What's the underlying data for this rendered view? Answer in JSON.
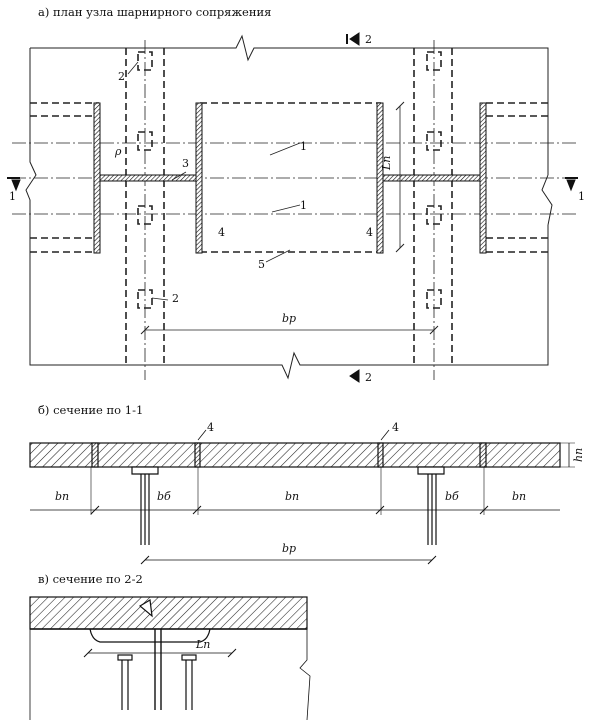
{
  "captions": {
    "a": "а) план узла шарнирного сопряжения",
    "b": "б) сечение по 1-1",
    "c": "в) сечение по 2-2"
  },
  "section_marks": {
    "s1": "1",
    "s2": "2"
  },
  "callouts": {
    "n1": "1",
    "n2": "2",
    "n3": "3",
    "n4": "4",
    "n5": "5"
  },
  "dimensions": {
    "rho": "ρ",
    "l_p": "Lп",
    "b_p": "bр",
    "b_n": "bп",
    "b_b": "bб",
    "h": "hп"
  }
}
